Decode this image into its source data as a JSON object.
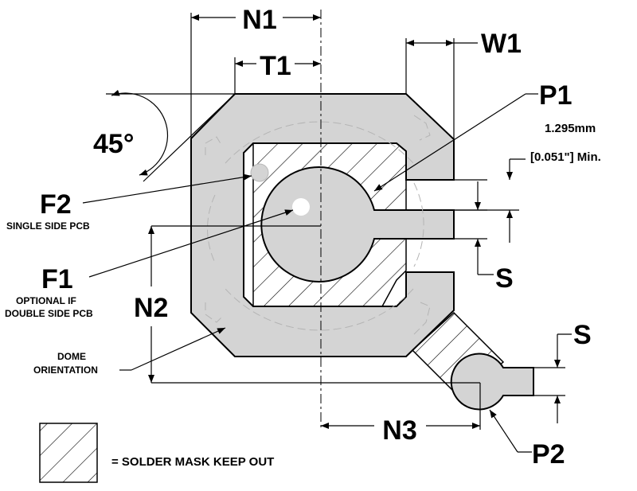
{
  "labels": {
    "n1": "N1",
    "t1": "T1",
    "w1": "W1",
    "p1": "P1",
    "p2": "P2",
    "n2": "N2",
    "n3": "N3",
    "s_top": "S",
    "s_bottom": "S",
    "f1": "F1",
    "f2": "F2",
    "angle": "45°",
    "gap_value_mm": "1.295mm",
    "gap_value_in": "[0.051\"] Min.",
    "f2_note": "SINGLE SIDE PCB",
    "f1_note_line1": "OPTIONAL IF",
    "f1_note_line2": "DOUBLE SIDE PCB",
    "dome_line1": "DOME",
    "dome_line2": "ORIENTATION",
    "legend": "= SOLDER MASK KEEP OUT"
  },
  "colors": {
    "pad_fill": "#d4d4d4",
    "line": "#000000",
    "ghost_outline": "#b4b4b4"
  }
}
